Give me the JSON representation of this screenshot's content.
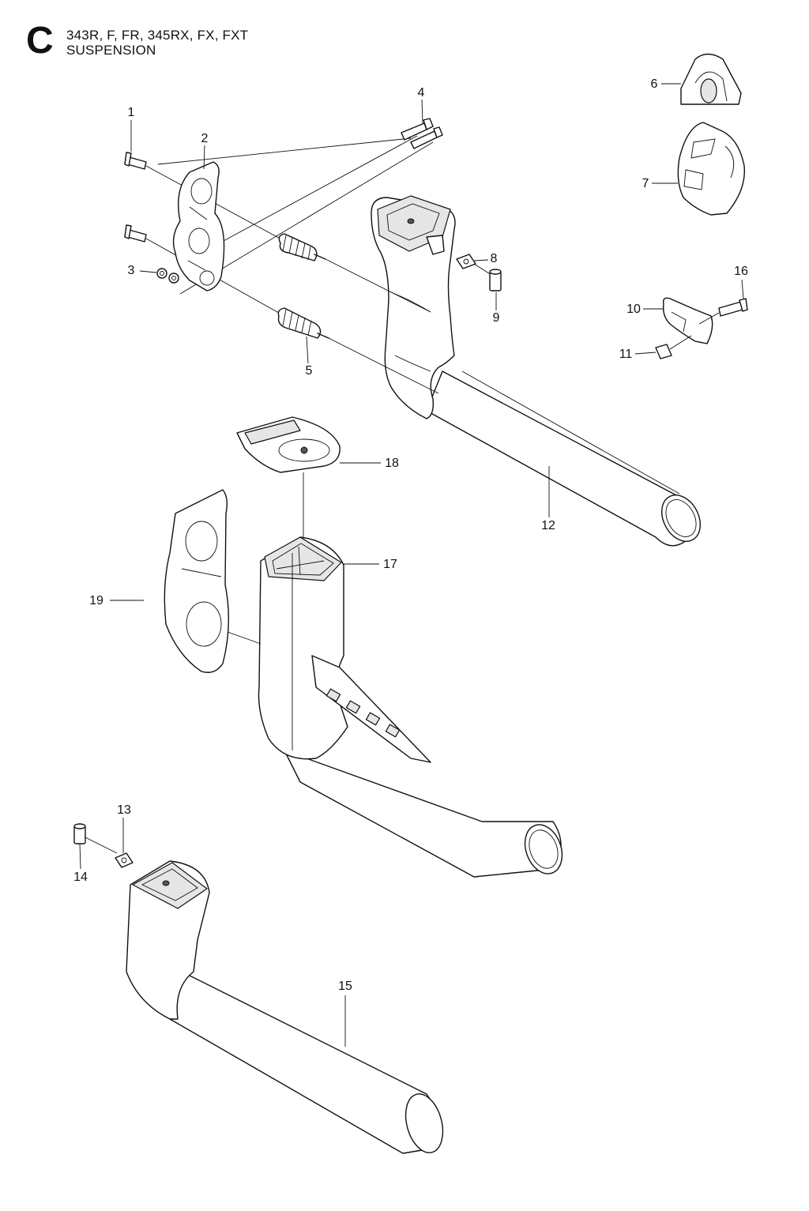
{
  "header": {
    "section_letter": "C",
    "model_line": "343R, F, FR, 345RX, FX, FXT",
    "section_title": "SUSPENSION"
  },
  "callouts": [
    {
      "id": "1",
      "label": "1"
    },
    {
      "id": "2",
      "label": "2"
    },
    {
      "id": "3",
      "label": "3"
    },
    {
      "id": "4",
      "label": "4"
    },
    {
      "id": "5",
      "label": "5"
    },
    {
      "id": "6",
      "label": "6"
    },
    {
      "id": "7",
      "label": "7"
    },
    {
      "id": "8",
      "label": "8"
    },
    {
      "id": "9",
      "label": "9"
    },
    {
      "id": "10",
      "label": "10"
    },
    {
      "id": "11",
      "label": "11"
    },
    {
      "id": "12",
      "label": "12"
    },
    {
      "id": "13",
      "label": "13"
    },
    {
      "id": "14",
      "label": "14"
    },
    {
      "id": "15",
      "label": "15"
    },
    {
      "id": "16",
      "label": "16"
    },
    {
      "id": "17",
      "label": "17"
    },
    {
      "id": "18",
      "label": "18"
    },
    {
      "id": "19",
      "label": "19"
    }
  ]
}
